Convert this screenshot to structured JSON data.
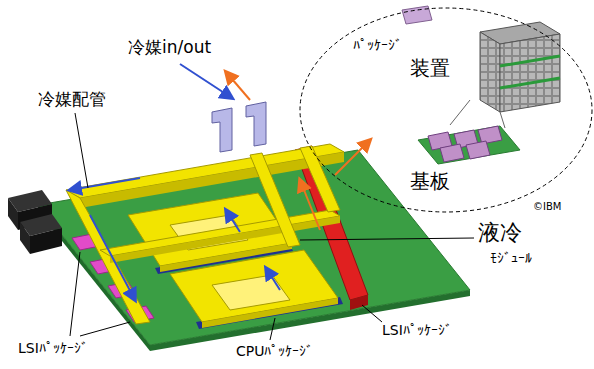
{
  "diagram": {
    "nodes": [
      {
        "text": [
          "ﾊﾟｯｹｰｼﾞ",
          "装置",
          "基板",
          "©IBM"
        ]
      }
    ],
    "labels": [
      "冷媒in/out",
      "冷媒配管",
      "液冷",
      "ﾓｼﾞｭｰﾙ",
      "LSIﾊﾟｯｹｰｼﾞ",
      "LSIﾊﾟｯｹｰｼﾞ",
      "CPUﾊﾟｯｹｰｼﾞ"
    ]
  }
}
